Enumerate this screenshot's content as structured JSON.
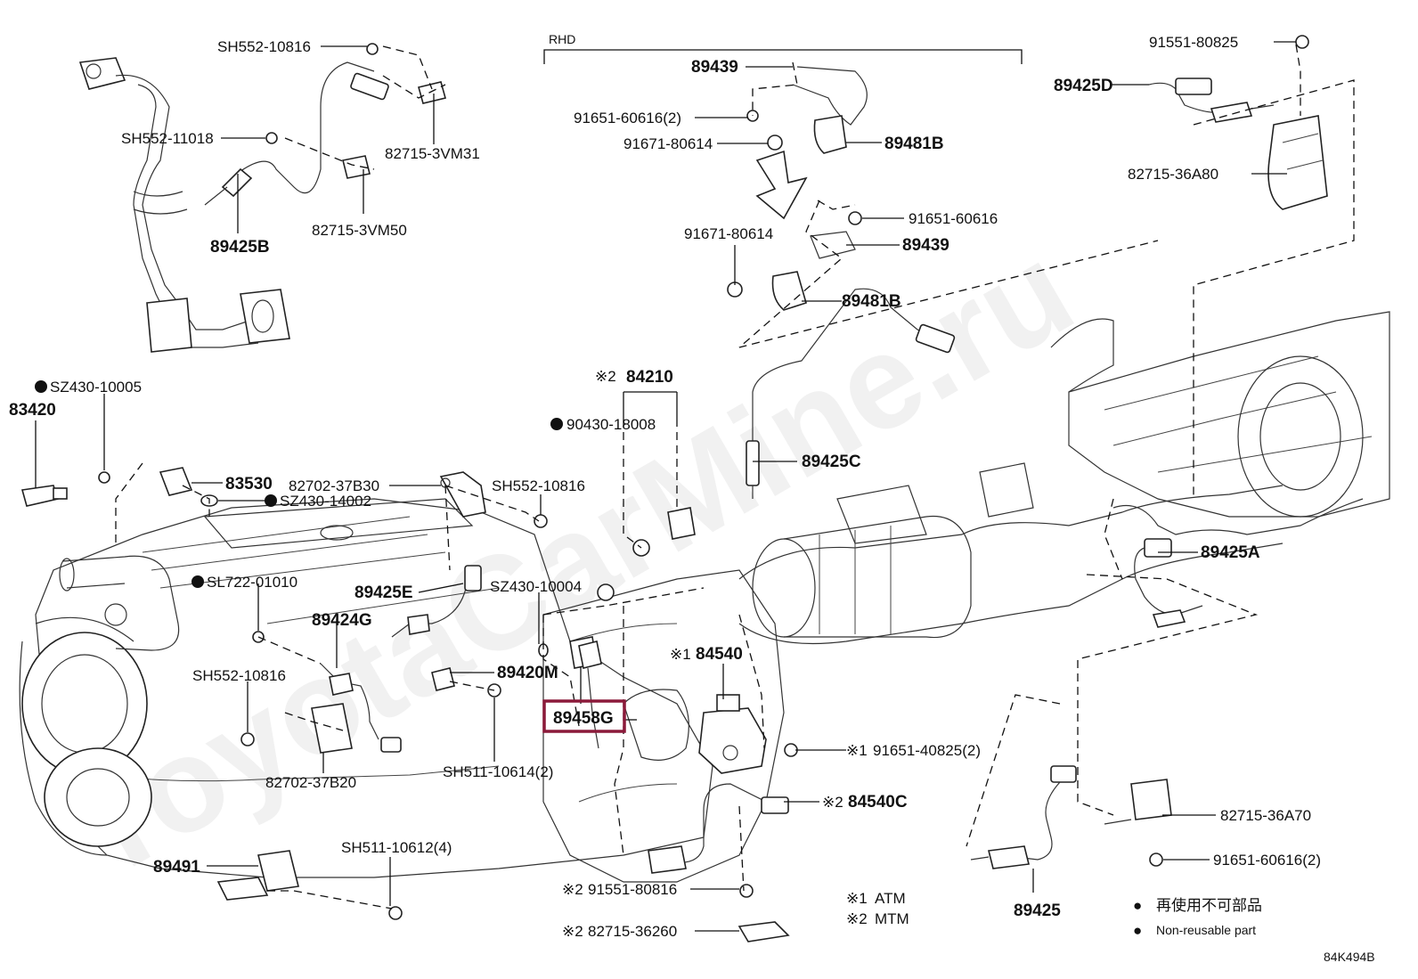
{
  "rhd_label": "RHD",
  "diagram_code": "84K494B",
  "watermark": "ToyotaCarMine.ru",
  "highlighted_part": "89458G",
  "highlight_color": "#8b1a3a",
  "legend": {
    "atm_mark": "※1",
    "atm_text": "ATM",
    "mtm_mark": "※2",
    "mtm_text": "MTM",
    "bullet_symbol": "●",
    "nonreusable_jp": "再使用不可部品",
    "nonreusable_en": "Non-reusable part"
  },
  "labels": {
    "sh552_10816_top": "SH552-10816",
    "sh552_11018": "SH552-11018",
    "p82715_3vm31": "82715-3VM31",
    "p82715_3vm50": "82715-3VM50",
    "p89425b": "89425B",
    "p89439_top": "89439",
    "p91651_60616_2_top": "91651-60616(2)",
    "p91671_80614_top": "91671-80614",
    "p89481b_top": "89481B",
    "p91651_60616": "91651-60616",
    "p91671_80614_mid": "91671-80614",
    "p89439_mid": "89439",
    "p89481b_mid": "89481B",
    "p91551_80825": "91551-80825",
    "p89425d": "89425D",
    "p82715_36a80": "82715-36A80",
    "sz430_10005": "SZ430-10005",
    "p83420": "83420",
    "p83530": "83530",
    "sz430_14002": "SZ430-14002",
    "p82702_37b30": "82702-37B30",
    "sh552_10816_mid": "SH552-10816",
    "p84210": "84210",
    "p84210_mark": "※2",
    "p90430_18008": "90430-18008",
    "p89425c": "89425C",
    "sl722_01010": "SL722-01010",
    "p89425e": "89425E",
    "sz430_10004": "SZ430-10004",
    "p89424g": "89424G",
    "p89420m": "89420M",
    "p84540": "84540",
    "p84540_mark": "※1",
    "p89425a": "89425A",
    "sh552_10816_low": "SH552-10816",
    "p89458g": "89458G",
    "p91651_40825": "91651-40825(2)",
    "p91651_40825_mark": "※1",
    "sh511_10614": "SH511-10614(2)",
    "p82702_37b20": "82702-37B20",
    "p84540c": "84540C",
    "p84540c_mark": "※2",
    "p82715_36a70": "82715-36A70",
    "p91651_60616_2_low": "91651-60616(2)",
    "sh511_10612": "SH511-10612(4)",
    "p89491": "89491",
    "p91551_80816": "91551-80816",
    "p91551_80816_mark": "※2",
    "p82715_36260": "82715-36260",
    "p82715_36260_mark": "※2",
    "p89425": "89425"
  }
}
